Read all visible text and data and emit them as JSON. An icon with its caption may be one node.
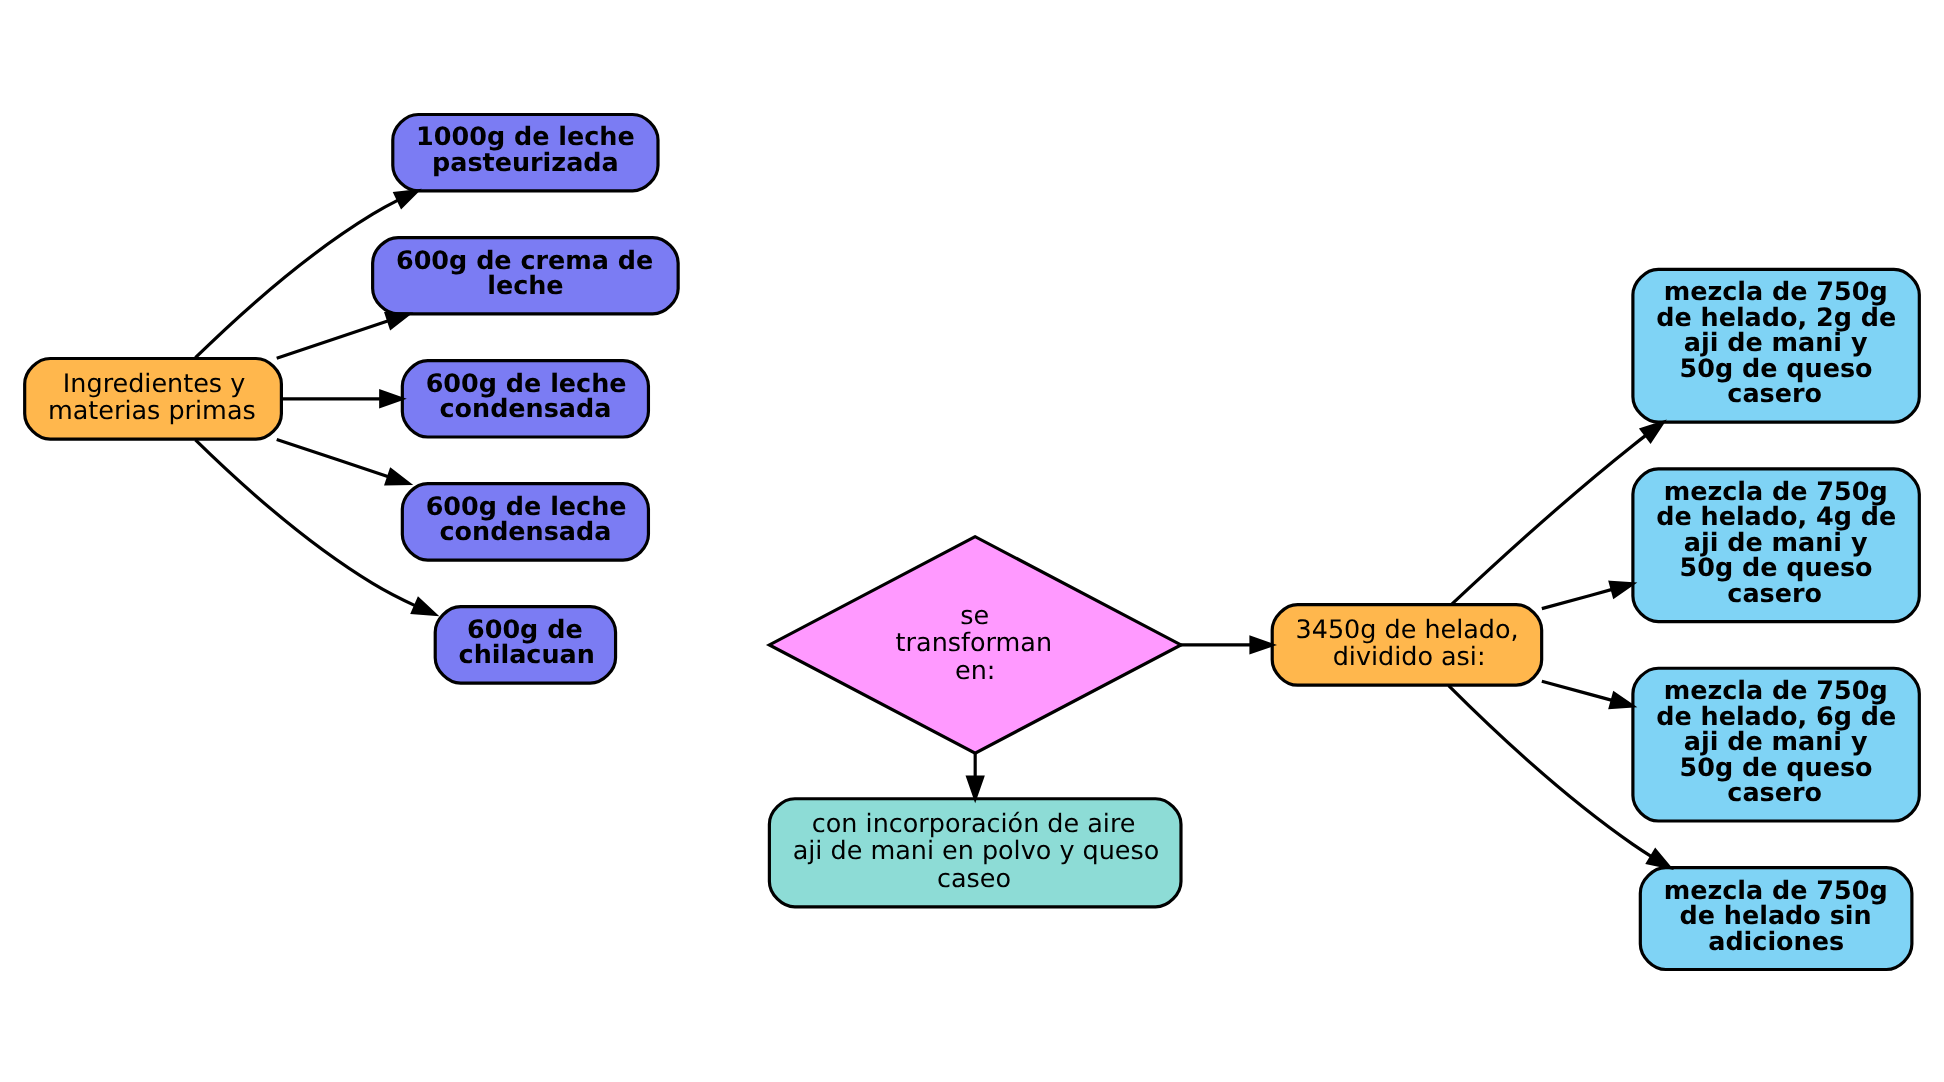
{
  "diagram": {
    "nodes": [
      {
        "text": [
          "Ingredientes y materias primas"
        ]
      },
      {
        "text": [
          "1000g de leche pasteurizada"
        ]
      },
      {
        "text": [
          "600g de crema de leche"
        ]
      },
      {
        "text": [
          "600g de leche condensada"
        ]
      },
      {
        "text": [
          "600g de leche condensada"
        ]
      },
      {
        "text": [
          "600g de chilacuan"
        ]
      },
      {
        "text": [
          "se transforman en:"
        ]
      },
      {
        "text": [
          "con incorporación de aire aji de mani en polvo y queso caseo"
        ]
      },
      {
        "text": [
          "3450g de helado, dividido asi:"
        ]
      },
      {
        "text": [
          "mezcla de 750g de helado, 2g de aji de mani y 50g de queso casero"
        ]
      },
      {
        "text": [
          "mezcla de 750g de helado, 4g de aji de mani y 50g de queso casero"
        ]
      },
      {
        "text": [
          "mezcla de 750g de helado, 6g de aji de mani y 50g de queso casero"
        ]
      },
      {
        "text": [
          "mezcla de 750g de helado sin adiciones"
        ]
      }
    ],
    "edges": [
      {
        "from": 0,
        "to": 1,
        "arrow": "to"
      },
      {
        "from": 0,
        "to": 2,
        "arrow": "to"
      },
      {
        "from": 0,
        "to": 3,
        "arrow": "to"
      },
      {
        "from": 0,
        "to": 4,
        "arrow": "to"
      },
      {
        "from": 0,
        "to": 5,
        "arrow": "to"
      },
      {
        "from": 6,
        "to": 8,
        "arrow": "to"
      },
      {
        "from": 6,
        "to": 7,
        "arrow": "to"
      },
      {
        "from": 8,
        "to": 9,
        "arrow": "to"
      },
      {
        "from": 8,
        "to": 10,
        "arrow": "to"
      },
      {
        "from": 8,
        "to": 11,
        "arrow": "to"
      },
      {
        "from": 8,
        "to": 12,
        "arrow": "to"
      }
    ]
  }
}
